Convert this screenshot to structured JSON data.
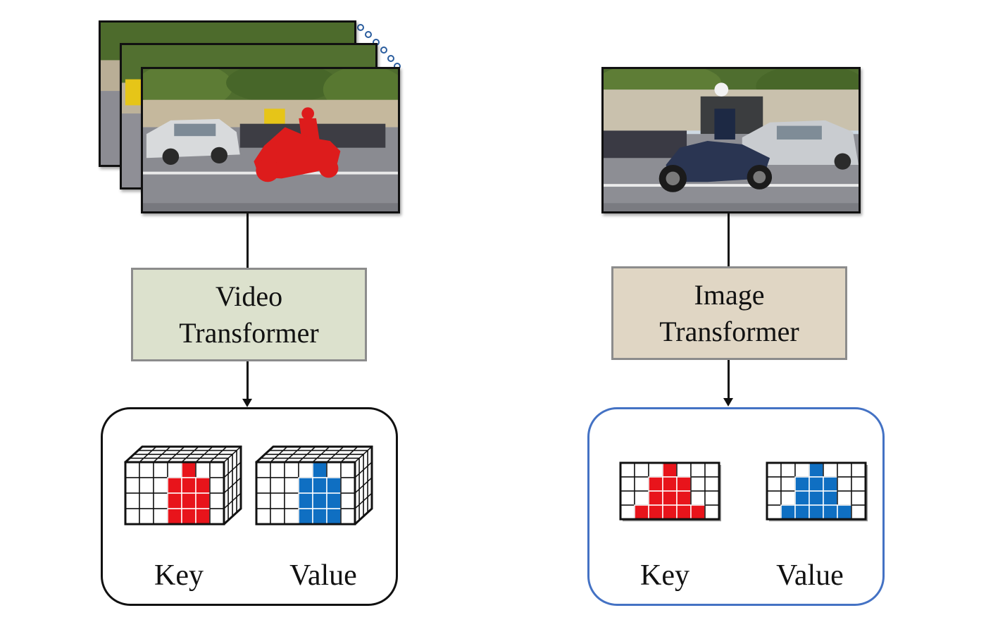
{
  "left": {
    "module_line1": "Video",
    "module_line2": "Transformer",
    "key_label": "Key",
    "value_label": "Value",
    "module_color": "#dce1cd",
    "container_border": "#111111",
    "key_color": "#e8141b",
    "value_color": "#0f6fc2"
  },
  "right": {
    "module_line1": "Image",
    "module_line2": "Transformer",
    "key_label": "Key",
    "value_label": "Value",
    "module_color": "#e0d6c4",
    "container_border": "#4472c4",
    "key_color": "#e8141b",
    "value_color": "#0f6fc2"
  },
  "icons": {
    "video_frames": "street-scene-with-segmented-motorcycle-frames",
    "image_frame": "street-scene-motorcycle-photo",
    "arrow": "down-arrow-icon"
  }
}
